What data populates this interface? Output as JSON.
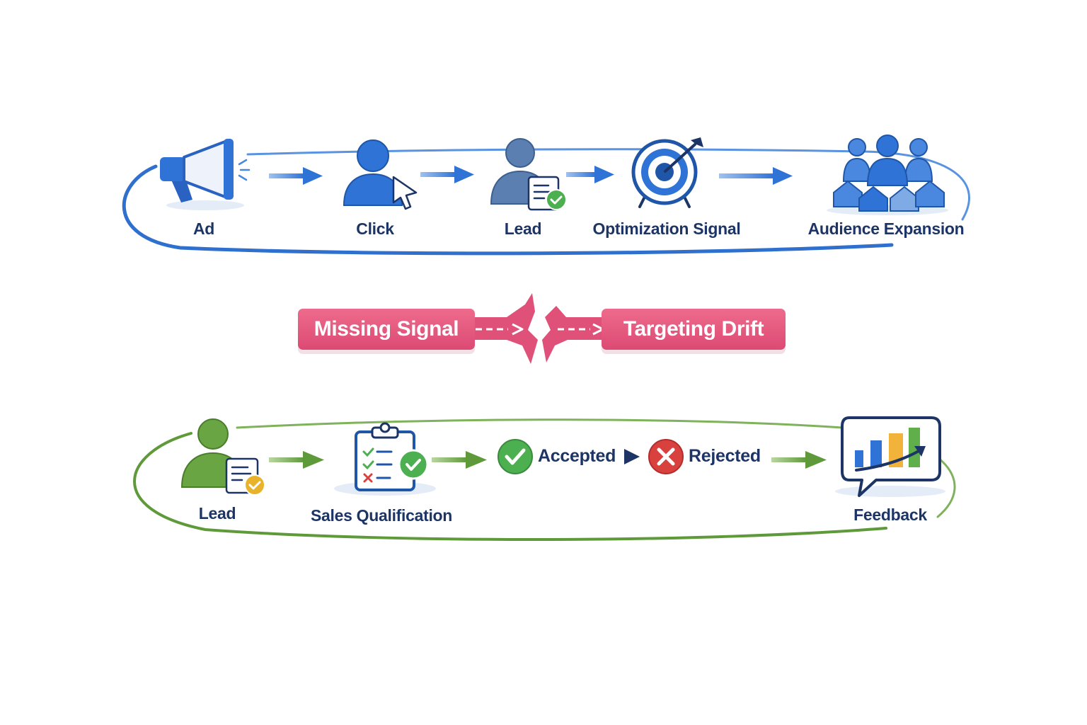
{
  "top_flow": {
    "steps": [
      {
        "label": "Ad",
        "icon": "megaphone-icon"
      },
      {
        "label": "Click",
        "icon": "user-cursor-icon"
      },
      {
        "label": "Lead",
        "icon": "user-document-check-icon"
      },
      {
        "label": "Optimization Signal",
        "icon": "target-arrow-icon"
      },
      {
        "label": "Audience Expansion",
        "icon": "audience-group-icon"
      }
    ],
    "color": "#2f73d6"
  },
  "break": {
    "left_label": "Missing Signal",
    "right_label": "Targeting Drift",
    "color": "#e0517a"
  },
  "bottom_flow": {
    "steps": [
      {
        "label": "Lead",
        "icon": "user-document-check-icon"
      },
      {
        "label": "Sales Qualification",
        "icon": "clipboard-checklist-icon"
      },
      {
        "label": "Accepted",
        "icon": "check-circle-icon"
      },
      {
        "label": "Rejected",
        "icon": "x-circle-icon"
      },
      {
        "label": "Feedback",
        "icon": "chart-speech-bubble-icon"
      }
    ],
    "color": "#5f9a3a"
  }
}
